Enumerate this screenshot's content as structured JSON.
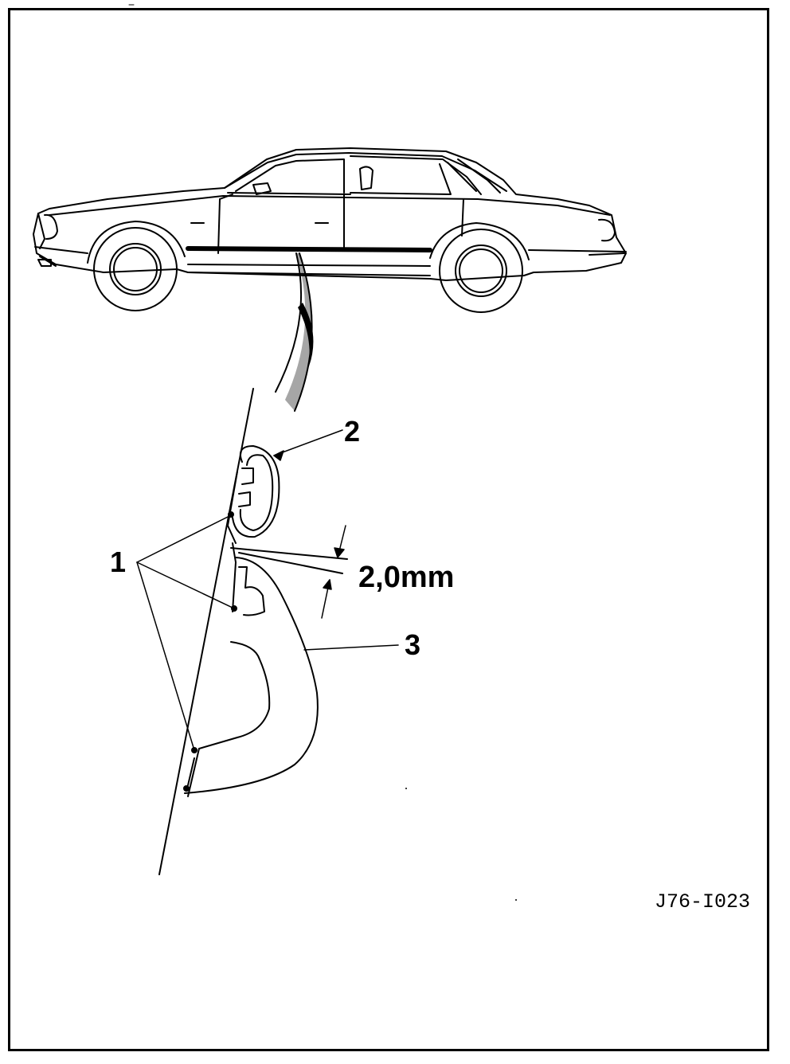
{
  "callouts": {
    "trim_panel": "1",
    "moulding": "2",
    "sill_cover": "3"
  },
  "dimension": "2,0mm",
  "reference": "J76-I023"
}
